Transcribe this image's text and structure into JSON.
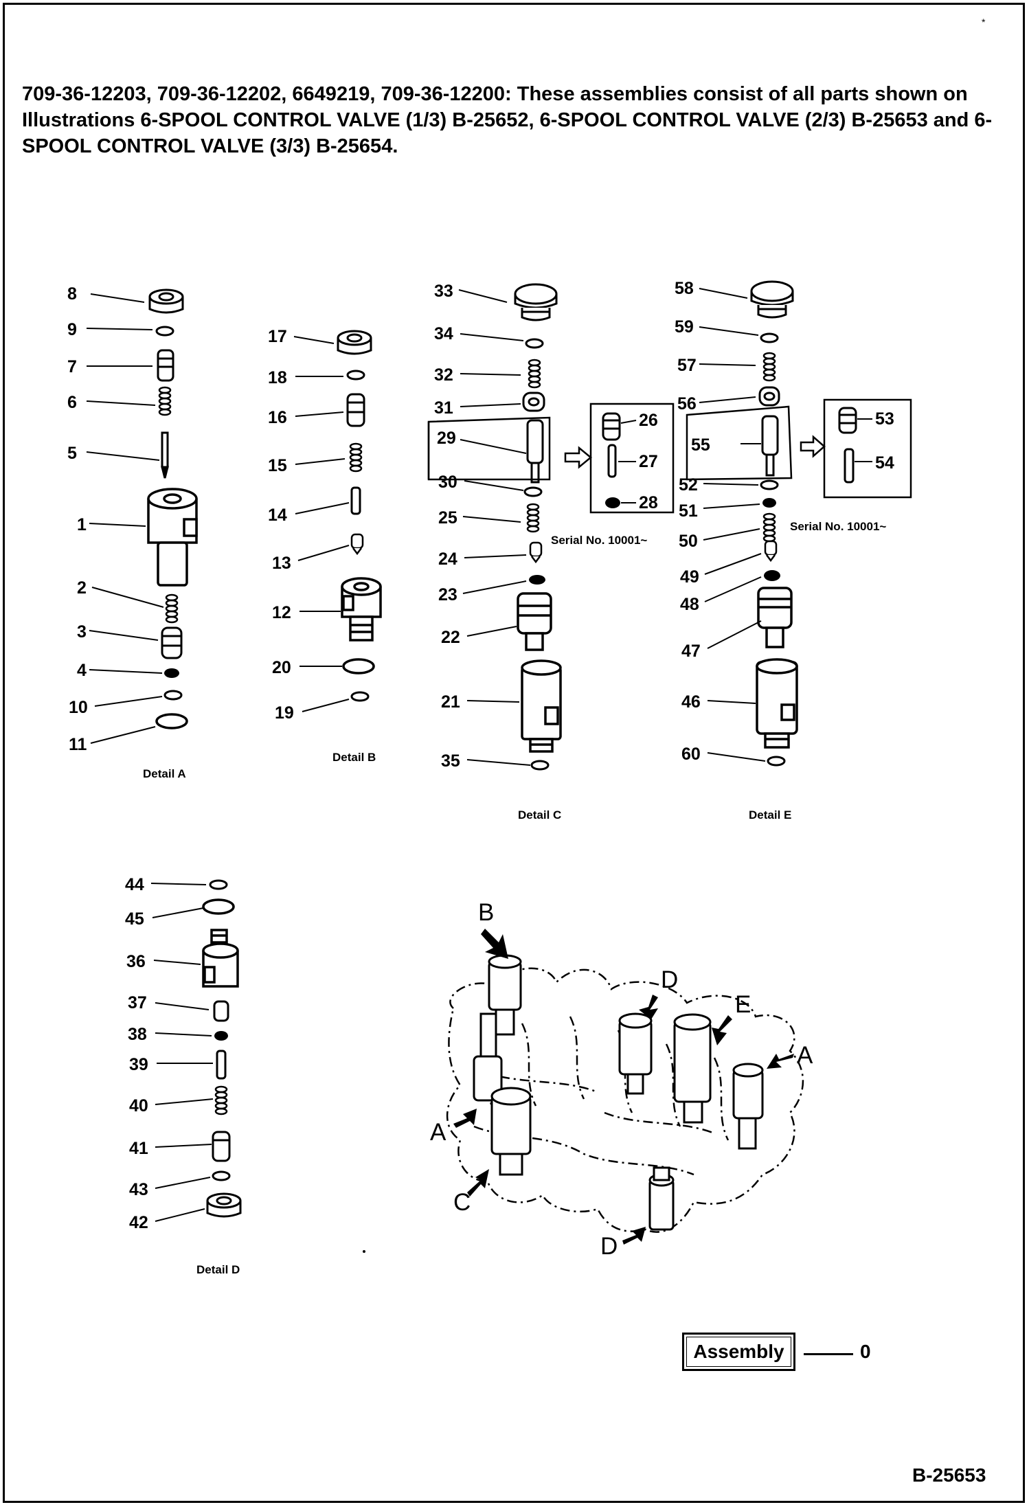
{
  "header": {
    "description": "709-36-12203, 709-36-12202, 6649219, 709-36-12200: These assemblies consist of all parts shown on Illustrations 6-SPOOL CONTROL VALVE (1/3) B-25652, 6-SPOOL CONTROL VALVE (2/3) B-25653 and 6-SPOOL CONTROL VALVE (3/3) B-25654."
  },
  "details": {
    "a": {
      "title": "Detail A",
      "callouts": [
        "8",
        "9",
        "7",
        "6",
        "5",
        "1",
        "2",
        "3",
        "4",
        "10",
        "11"
      ]
    },
    "b": {
      "title": "Detail B",
      "callouts": [
        "17",
        "18",
        "16",
        "15",
        "14",
        "13",
        "12",
        "20",
        "19"
      ]
    },
    "c": {
      "title": "Detail C",
      "callouts": [
        "33",
        "34",
        "32",
        "31",
        "29",
        "30",
        "25",
        "24",
        "23",
        "22",
        "21",
        "35"
      ],
      "inset_callouts": [
        "26",
        "27",
        "28"
      ],
      "serial": "Serial No. 10001~"
    },
    "d": {
      "title": "Detail D",
      "callouts": [
        "44",
        "45",
        "36",
        "37",
        "38",
        "39",
        "40",
        "41",
        "43",
        "42"
      ]
    },
    "e": {
      "title": "Detail E",
      "callouts": [
        "58",
        "59",
        "57",
        "56",
        "55",
        "52",
        "51",
        "50",
        "49",
        "48",
        "47",
        "46",
        "60"
      ],
      "inset_callouts": [
        "53",
        "54"
      ],
      "serial": "Serial No. 10001~"
    }
  },
  "overview": {
    "pointers": [
      "B",
      "D",
      "E",
      "A",
      "A",
      "C",
      "D"
    ]
  },
  "assembly": {
    "label": "Assembly",
    "value": "0"
  },
  "figure_id": "B-25653",
  "corner_mark": "*"
}
